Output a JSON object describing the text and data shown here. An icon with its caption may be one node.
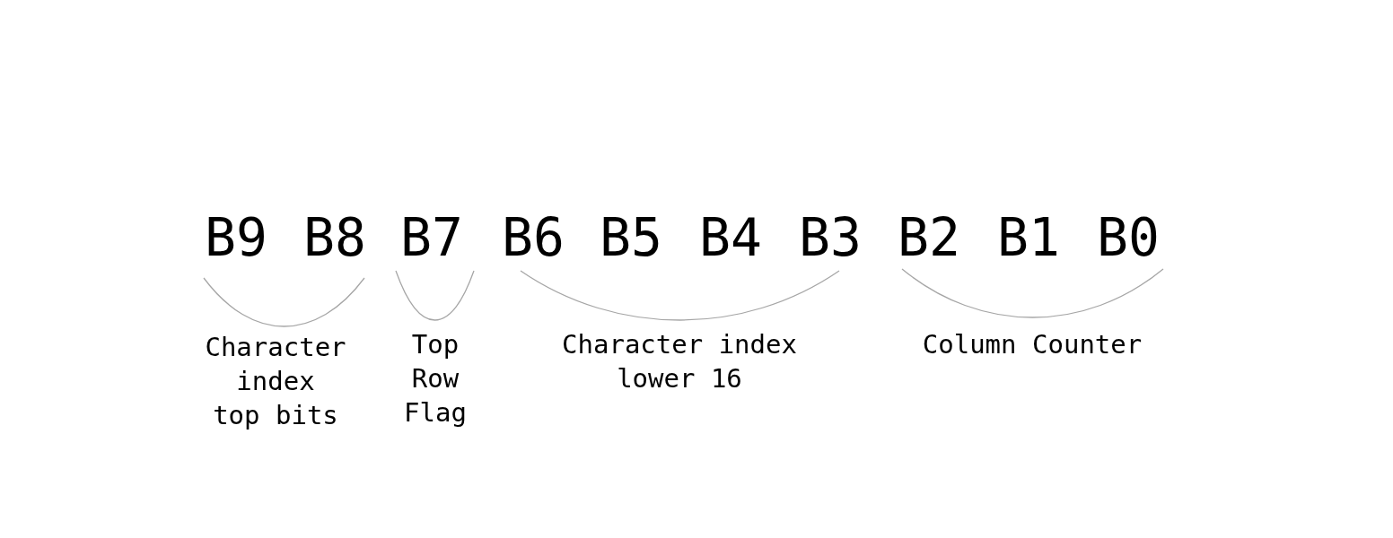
{
  "diagram": {
    "labels": [
      "B9",
      "B8",
      "B7",
      "B6",
      "B5",
      "B4",
      "B3",
      "B2",
      "B1",
      "B0",
      "Character index top bits",
      "Top Row Flag",
      "Character index lower 16",
      "Column Counter"
    ]
  }
}
